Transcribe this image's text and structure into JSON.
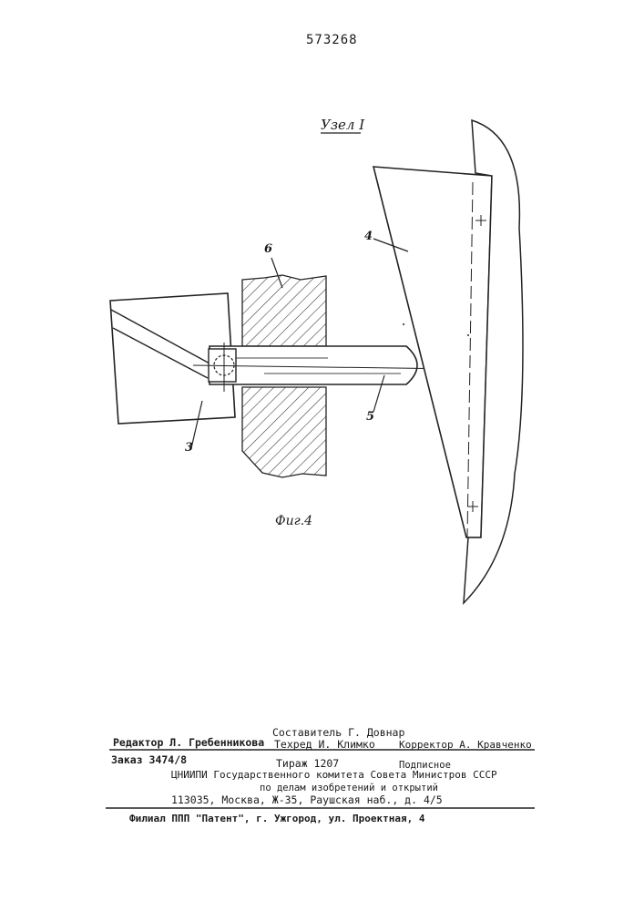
{
  "document": {
    "patent_number": "573268"
  },
  "figure": {
    "detail_label": "Узел I",
    "caption": "Фиг.4",
    "parts": {
      "p3": "3",
      "p4": "4",
      "p5": "5",
      "p6": "6"
    }
  },
  "imprint": {
    "compiler": "Составитель Г. Довнар",
    "editor": "Редактор Л. Гребенникова",
    "tech_editor": "Техред И. Климко",
    "proofreader": "Корректор А. Кравченко",
    "order": "Заказ 3474/8",
    "circulation": "Тираж 1207",
    "subscription": "Подписное",
    "institute": "ЦНИИПИ Государственного комитета Совета Министров СССР",
    "department": "по делам изобретений и открытий",
    "address": "113035, Москва, Ж-35, Раушская наб., д. 4/5",
    "branch": "Филиал ППП \"Патент\", г. Ужгород, ул. Проектная, 4"
  }
}
